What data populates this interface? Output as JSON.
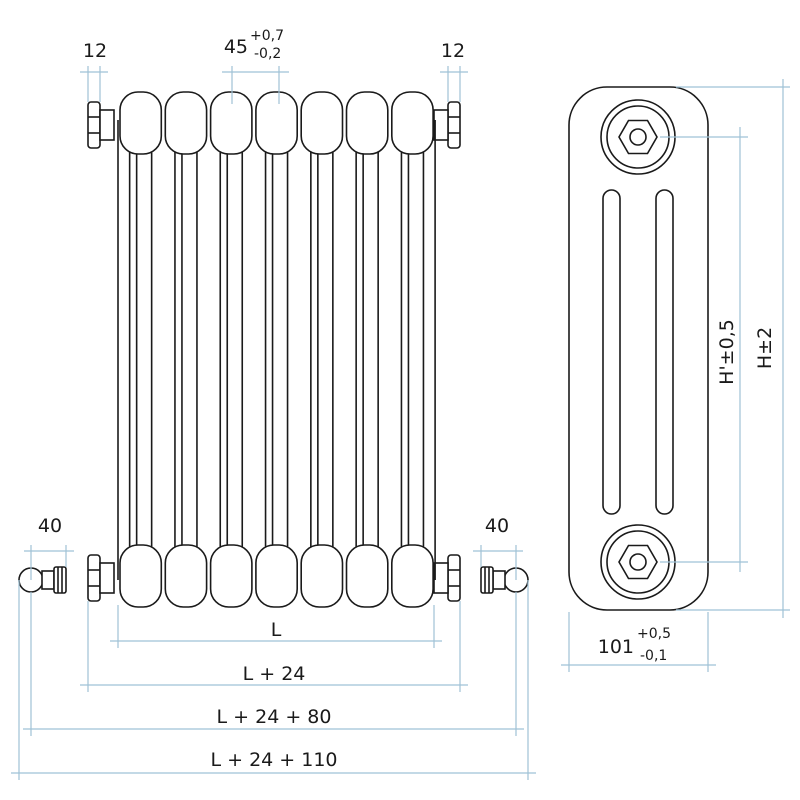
{
  "colors": {
    "outline": "#1a1a1a",
    "dimension_line": "#9fc2d6",
    "background": "#ffffff"
  },
  "front_view": {
    "dim_left_12": "12",
    "dim_right_12": "12",
    "dim_pitch_main": "45",
    "dim_pitch_plus": "+0,7",
    "dim_pitch_minus": "-0,2",
    "dim_left_40": "40",
    "dim_right_40": "40",
    "dim_L": "L",
    "dim_L24": "L + 24",
    "dim_L24_80": "L + 24 + 80",
    "dim_L24_110": "L + 24 + 110"
  },
  "side_view": {
    "dim_depth_main": "101",
    "dim_depth_plus": "+0,5",
    "dim_depth_minus": "-0,1",
    "dim_axis_height": "H'±0,5",
    "dim_total_height": "H±2"
  }
}
